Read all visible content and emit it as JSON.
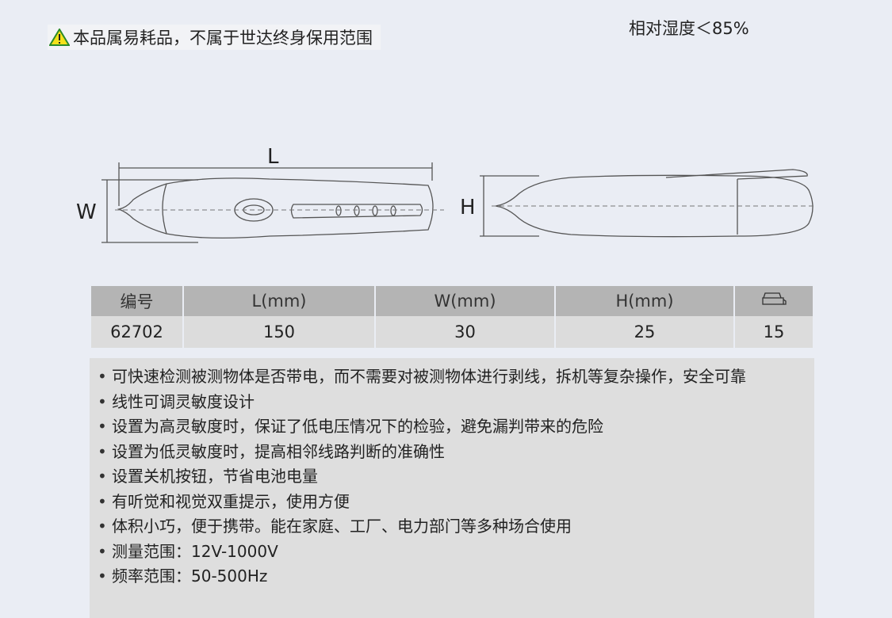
{
  "warning": {
    "text": "本品属易耗品，不属于世达终身保用范围",
    "icon": "warning-triangle-icon"
  },
  "environment": {
    "humidity": "相对湿度＜85%"
  },
  "drawing": {
    "length_label": "L",
    "width_label": "W",
    "height_label": "H"
  },
  "table": {
    "headers": [
      "编号",
      "L(mm)",
      "W(mm)",
      "H(mm)"
    ],
    "pack_icon": "box-icon",
    "row": [
      "62702",
      "150",
      "30",
      "25",
      "15"
    ]
  },
  "features": [
    "可快速检测被测物体是否带电，而不需要对被测物体进行剥线，拆机等复杂操作，安全可靠",
    "线性可调灵敏度设计",
    "设置为高灵敏度时，保证了低电压情况下的检验，避免漏判带来的危险",
    "设置为低灵敏度时，提高相邻线路判断的准确性",
    "设置关机按钮，节省电池电量",
    "有听觉和视觉双重提示，使用方便",
    "体积小巧，便于携带。能在家庭、工厂、电力部门等多种场合使用",
    "测量范围：12V-1000V",
    "频率范围：50-500Hz"
  ]
}
